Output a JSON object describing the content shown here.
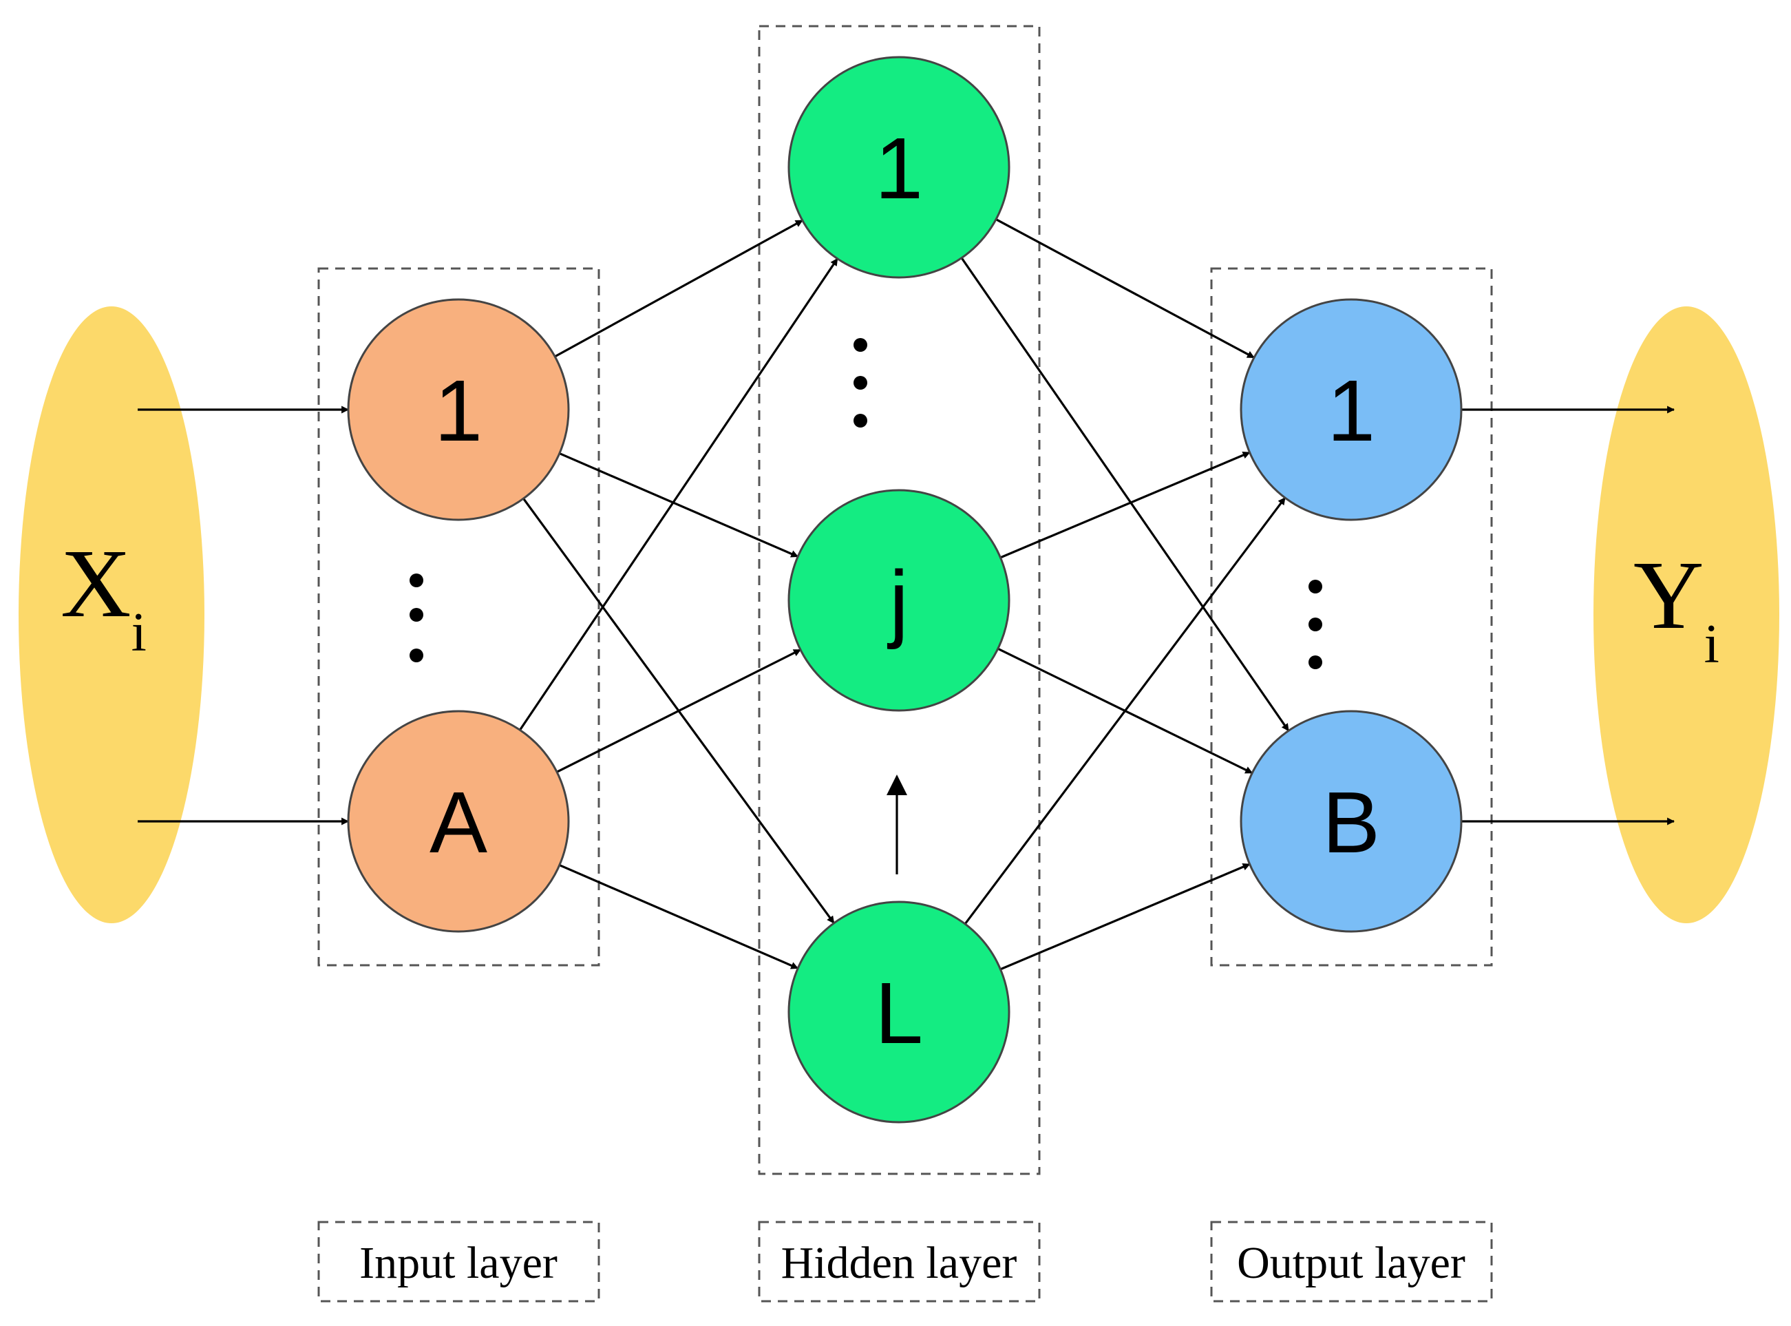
{
  "colors": {
    "io_fill": "#fcd96a",
    "input_fill": "#f8b07e",
    "hidden_fill": "#14ec82",
    "output_fill": "#7abdf6",
    "node_stroke": "#444444"
  },
  "io": {
    "input": {
      "main": "X",
      "sub": "i"
    },
    "output": {
      "main": "Y",
      "sub": "i"
    }
  },
  "input_nodes": [
    "1",
    "A"
  ],
  "hidden_nodes": [
    "1",
    "j",
    "L"
  ],
  "output_nodes": [
    "1",
    "B"
  ],
  "layers": {
    "input": "Input layer",
    "hidden": "Hidden layer",
    "output": "Output layer"
  },
  "icons": [
    "arrow-icon",
    "ellipsis-icon"
  ]
}
